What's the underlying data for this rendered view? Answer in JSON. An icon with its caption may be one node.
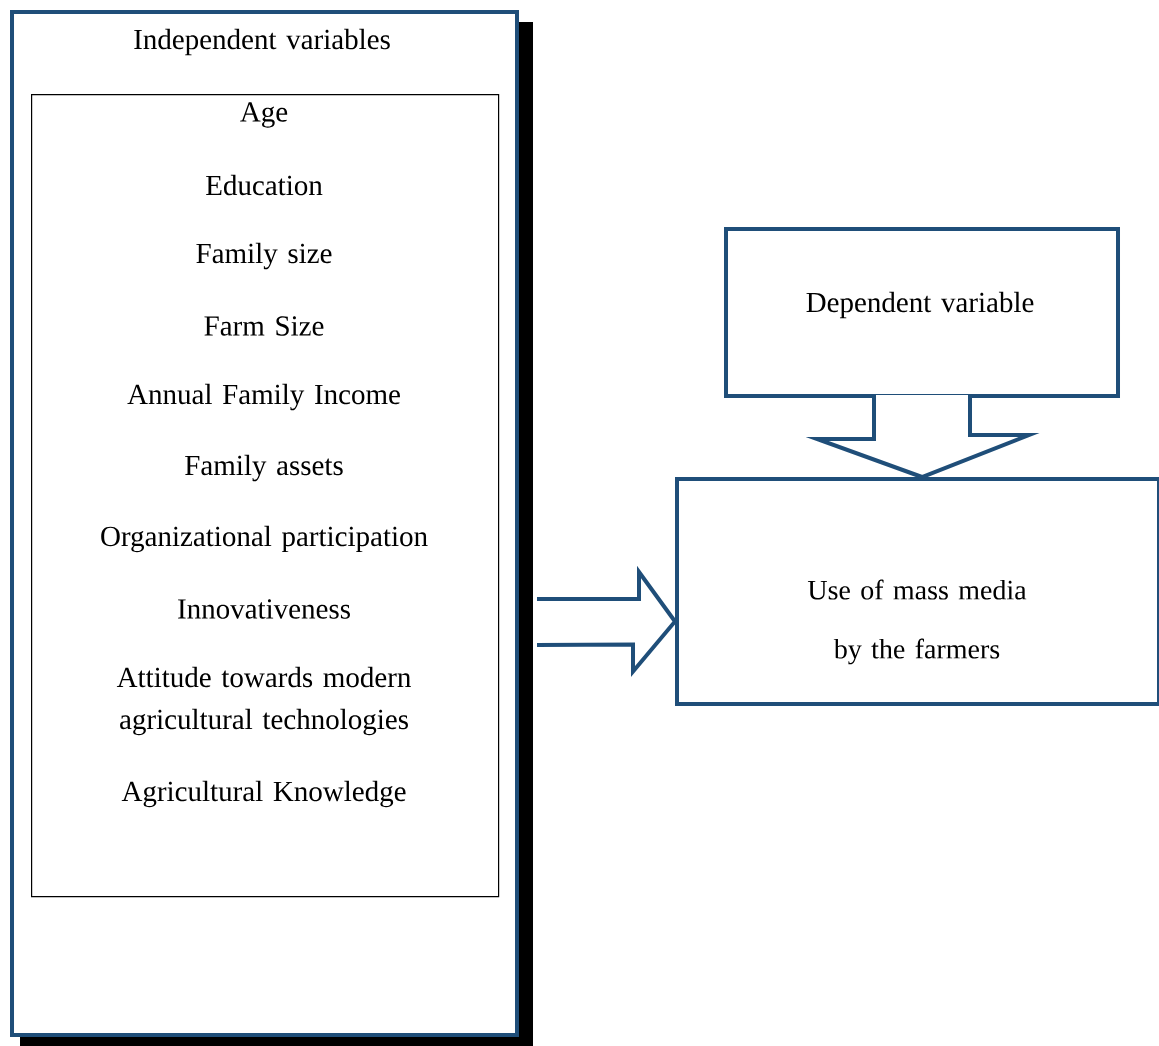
{
  "diagram": {
    "nodes": [
      {
        "text": [
          "Independent variables"
        ]
      },
      {
        "text": [
          "Age",
          "Education",
          "Family size",
          "Farm Size",
          "Annual Family Income",
          "Family assets",
          "Organizational participation",
          "Innovativeness",
          "Attitude towards modern agricultural technologies",
          "Agricultural Knowledge"
        ],
        "in": 0
      },
      {
        "text": [
          "Dependent variable"
        ]
      },
      {
        "text": [
          "Use of mass media by the farmers"
        ]
      }
    ],
    "edges": [
      {
        "from": 0,
        "to": 3,
        "arrow": "to"
      },
      {
        "from": 2,
        "to": 3,
        "arrow": "to"
      }
    ]
  }
}
